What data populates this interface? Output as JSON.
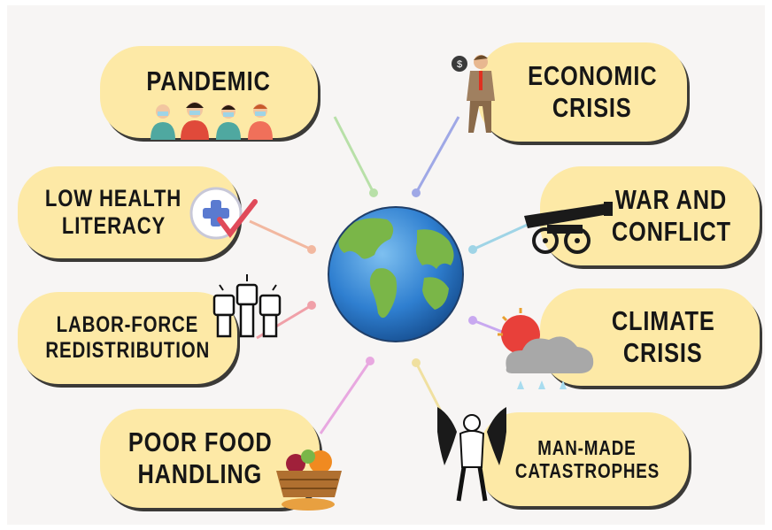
{
  "colors": {
    "pill_fill": "#fde9a6",
    "pill_shadow": "#3b3a37",
    "text": "#161616",
    "ocean": "#2f7fd0",
    "land": "#7ab648",
    "connector_green": "#b8e0a8",
    "connector_blue": "#9fa8e6",
    "connector_orange": "#f2b8a0",
    "connector_red": "#f0a0a8",
    "connector_cyan": "#9fd4e6",
    "connector_pink": "#e8a8e0",
    "connector_violet": "#c8a8f0",
    "connector_yellow": "#f0e0a0"
  },
  "labels": {
    "pandemic": {
      "line1": "PANDEMIC"
    },
    "economic_crisis": {
      "line1": "ECONOMIC",
      "line2": "CRISIS"
    },
    "low_health_literacy": {
      "line1": "LOW HEALTH",
      "line2": "LITERACY"
    },
    "war_and_conflict": {
      "line1": "WAR AND",
      "line2": "CONFLICT"
    },
    "labor_force_redistribution": {
      "line1": "LABOR-FORCE",
      "line2": "REDISTRIBUTION"
    },
    "climate_crisis": {
      "line1": "CLIMATE",
      "line2": "CRISIS"
    },
    "poor_food_handling": {
      "line1": "POOR FOOD",
      "line2": "HANDLING"
    },
    "man_made_catastrophes": {
      "line1": "MAN-MADE",
      "line2": "CATASTROPHES"
    }
  },
  "icons": {
    "center": "earth-globe-icon",
    "pandemic": "masked-people-icon",
    "economic_crisis": "broke-businessman-icon",
    "low_health_literacy": "medical-check-icon",
    "war_and_conflict": "cannon-icon",
    "labor_force_redistribution": "raised-fists-icon",
    "climate_crisis": "storm-sun-icon",
    "poor_food_handling": "food-basket-icon",
    "man_made_catastrophes": "winged-demon-icon"
  }
}
